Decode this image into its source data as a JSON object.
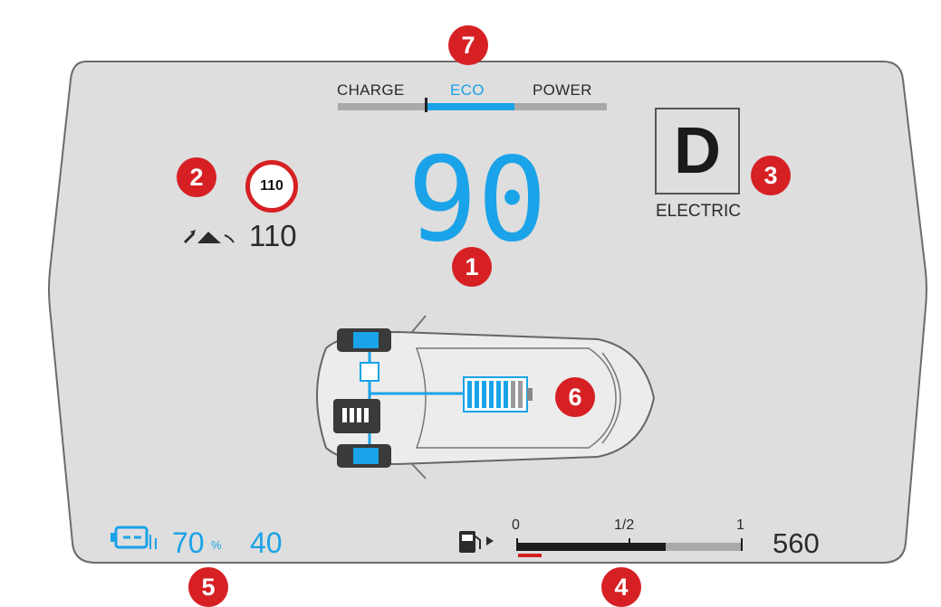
{
  "mode_bar": {
    "labels": [
      "CHARGE",
      "ECO",
      "POWER"
    ],
    "active": "ECO"
  },
  "speed": "90",
  "speed_limit": {
    "sign_value": "110",
    "cruise_value": "110"
  },
  "gear": {
    "letter": "D",
    "mode": "ELECTRIC"
  },
  "battery": {
    "percent": "70",
    "percent_unit": "%",
    "range": "40"
  },
  "fuel": {
    "scale": [
      "0",
      "1/2",
      "1"
    ],
    "level": 0.66,
    "range": "560"
  },
  "callouts": [
    "1",
    "2",
    "3",
    "4",
    "5",
    "6",
    "7"
  ],
  "colors": {
    "accent_blue": "#1aa3e8",
    "panel_gray": "#dedede",
    "callout_red": "#d62024",
    "text_dark": "#2b2b2b"
  }
}
